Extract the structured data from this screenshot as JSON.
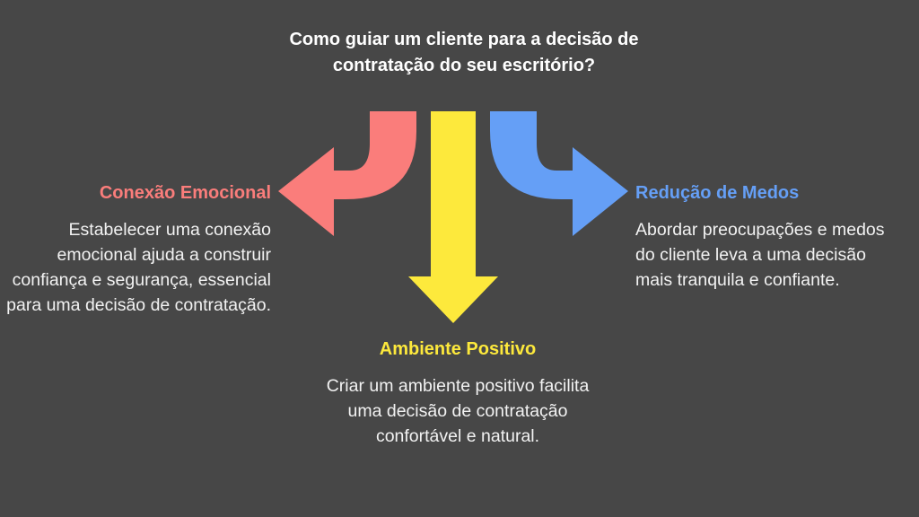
{
  "title": "Como guiar um cliente para a decisão de contratação do seu escritório?",
  "colors": {
    "background": "#474747",
    "left": "#fa7d7b",
    "middle": "#fde93c",
    "right": "#659ff6"
  },
  "branches": {
    "left": {
      "heading": "Conexão Emocional",
      "text": "Estabelecer uma conexão emocional ajuda a construir confiança e segurança, essencial para uma decisão de contratação.",
      "icon": "curved-arrow-left-icon"
    },
    "middle": {
      "heading": "Ambiente Positivo",
      "text": "Criar um ambiente positivo facilita uma decisão de contratação confortável e natural.",
      "icon": "arrow-down-icon"
    },
    "right": {
      "heading": "Redução de Medos",
      "text": "Abordar preocupações e medos do cliente leva a uma decisão mais tranquila e confiante.",
      "icon": "curved-arrow-right-icon"
    }
  }
}
